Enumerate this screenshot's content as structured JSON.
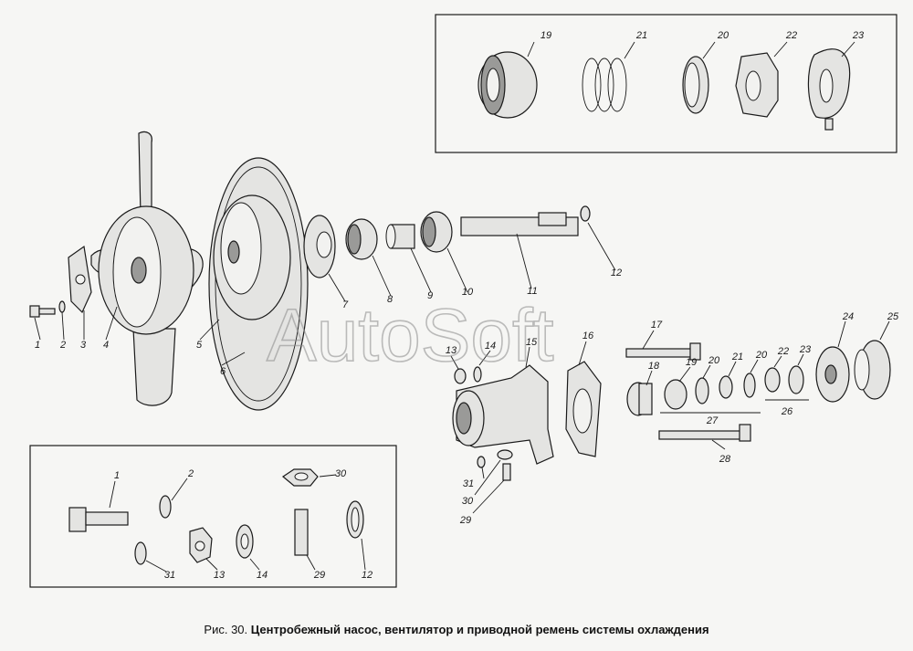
{
  "figure": {
    "caption_prefix": "Рис. 30.",
    "caption_title": "Центробежный насос, вентилятор и приводной ремень системы охлаждения",
    "watermark": "AutoSoft"
  },
  "callouts": [
    {
      "id": "c1",
      "text": "1"
    },
    {
      "id": "c2",
      "text": "2"
    },
    {
      "id": "c3",
      "text": "3"
    },
    {
      "id": "c4",
      "text": "4"
    },
    {
      "id": "c5",
      "text": "5"
    },
    {
      "id": "c6",
      "text": "6"
    },
    {
      "id": "c7",
      "text": "7"
    },
    {
      "id": "c8",
      "text": "8"
    },
    {
      "id": "c9",
      "text": "9"
    },
    {
      "id": "c10",
      "text": "10"
    },
    {
      "id": "c11",
      "text": "11"
    },
    {
      "id": "c12",
      "text": "12"
    },
    {
      "id": "c13",
      "text": "13"
    },
    {
      "id": "c14",
      "text": "14"
    },
    {
      "id": "c15",
      "text": "15"
    },
    {
      "id": "c16",
      "text": "16"
    },
    {
      "id": "c17",
      "text": "17"
    },
    {
      "id": "c18",
      "text": "18"
    },
    {
      "id": "c19",
      "text": "19"
    },
    {
      "id": "c20",
      "text": "20"
    },
    {
      "id": "c21",
      "text": "21"
    },
    {
      "id": "c20b",
      "text": "20"
    },
    {
      "id": "c22",
      "text": "22"
    },
    {
      "id": "c23",
      "text": "23"
    },
    {
      "id": "c24",
      "text": "24"
    },
    {
      "id": "c25",
      "text": "25"
    },
    {
      "id": "c26",
      "text": "26"
    },
    {
      "id": "c27",
      "text": "27"
    },
    {
      "id": "c28",
      "text": "28"
    },
    {
      "id": "c29",
      "text": "29"
    },
    {
      "id": "c30",
      "text": "30"
    },
    {
      "id": "c31",
      "text": "31"
    },
    {
      "id": "t19",
      "text": "19"
    },
    {
      "id": "t21",
      "text": "21"
    },
    {
      "id": "t20",
      "text": "20"
    },
    {
      "id": "t22",
      "text": "22"
    },
    {
      "id": "t23",
      "text": "23"
    },
    {
      "id": "b1",
      "text": "1"
    },
    {
      "id": "b2",
      "text": "2"
    },
    {
      "id": "b30",
      "text": "30"
    },
    {
      "id": "b31",
      "text": "31"
    },
    {
      "id": "b13",
      "text": "13"
    },
    {
      "id": "b14",
      "text": "14"
    },
    {
      "id": "b29",
      "text": "29"
    },
    {
      "id": "b12",
      "text": "12"
    }
  ]
}
